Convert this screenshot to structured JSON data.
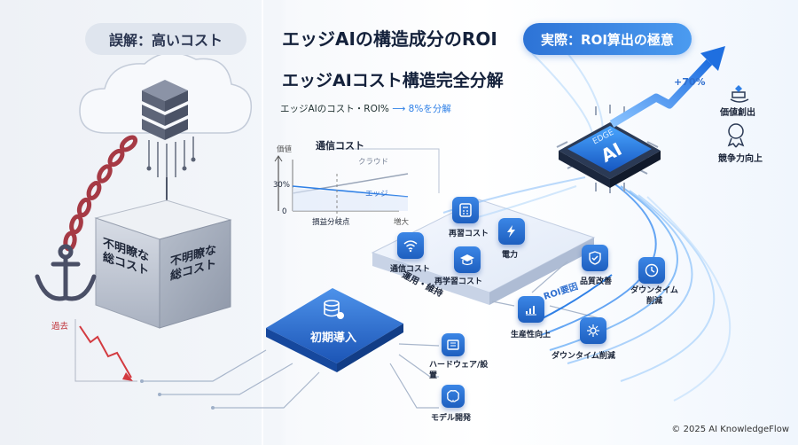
{
  "header": {
    "left_pill": "誤解：高いコスト",
    "title": "エッジAIの構造成分のROI",
    "right_pill": "実際：ROI算出の極意"
  },
  "subtitle": "エッジAIコスト構造完全分解",
  "roi_note": {
    "prefix": "エッジAIのコスト・ROI%",
    "arrow": "⟶",
    "suffix": "8%を分解"
  },
  "left_side": {
    "cube_face_front": "不明瞭な総コスト",
    "cube_face_right": "不明瞭な総コスト",
    "decline_label": "過去"
  },
  "mini_chart": {
    "title": "通信コスト",
    "y_axis_label": "価値",
    "tick_30": "30%",
    "tick_0": "0",
    "cloud_label": "クラウド",
    "edge_label": "エッジ",
    "breakeven_label": "損益分岐点",
    "increase_label": "増大"
  },
  "platform": {
    "label": "運用・維持",
    "nodes": [
      {
        "label": "再習コスト"
      },
      {
        "label": "電力"
      },
      {
        "label": "通信コスト"
      },
      {
        "label": "再学習コスト"
      }
    ]
  },
  "initial": {
    "label": "初期導入",
    "items": [
      {
        "label": "ハードウェア/設置"
      },
      {
        "label": "モデル開発"
      }
    ]
  },
  "roi": {
    "tag": "ROI要因",
    "items": [
      {
        "label": "品質改善"
      },
      {
        "label": "ダウンタイム削減"
      },
      {
        "label": "生産性向上"
      },
      {
        "label": "ダウンタイム削減"
      }
    ]
  },
  "chip": {
    "line1": "EDGE",
    "line2": "AI"
  },
  "growth": {
    "percent": "+70%",
    "value_label": "価値創出",
    "compete_label": "競争力向上"
  },
  "copyright": "© 2025 AI KnowledgeFlow"
}
